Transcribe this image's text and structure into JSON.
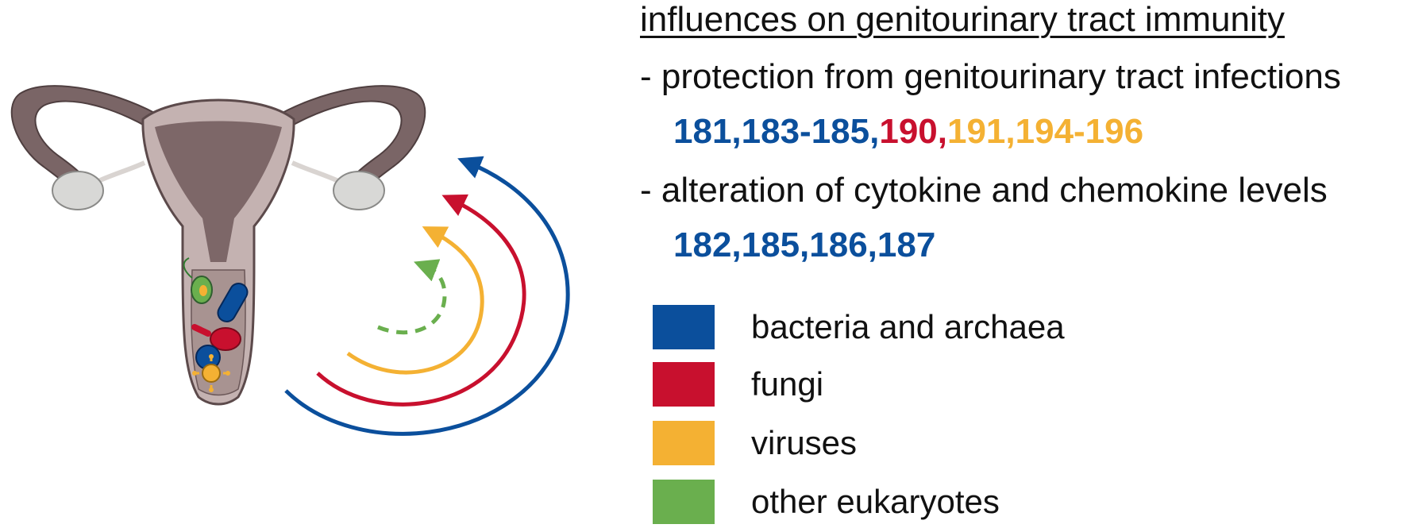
{
  "heading": "influences on genitourinary tract immunity",
  "influences": [
    {
      "text": "- protection from genitourinary tract infections",
      "refs": [
        {
          "text": "181,183-185,",
          "category": "bacteria"
        },
        {
          "text": "190,",
          "category": "fungi"
        },
        {
          "text": "191,194-196",
          "category": "viruses"
        }
      ]
    },
    {
      "text": "- alteration of cytokine and chemokine levels",
      "refs": [
        {
          "text": "182,185,186,187",
          "category": "bacteria"
        }
      ]
    }
  ],
  "legend": [
    {
      "key": "bacteria",
      "label": "bacteria and archaea",
      "color": "#0b4f9c"
    },
    {
      "key": "fungi",
      "label": "fungi",
      "color": "#c8102e"
    },
    {
      "key": "viruses",
      "label": "viruses",
      "color": "#f4b133"
    },
    {
      "key": "eukaryotes",
      "label": "other eukaryotes",
      "color": "#6aaf4e"
    }
  ],
  "arrows": [
    {
      "category": "bacteria",
      "style": "solid"
    },
    {
      "category": "fungi",
      "style": "solid"
    },
    {
      "category": "viruses",
      "style": "solid"
    },
    {
      "category": "eukaryotes",
      "style": "dashed"
    }
  ],
  "illustration": {
    "subject": "female-reproductive-tract",
    "microbe_icons": [
      "bacteria-icon",
      "fungus-icon",
      "virus-icon",
      "protozoan-icon"
    ]
  }
}
